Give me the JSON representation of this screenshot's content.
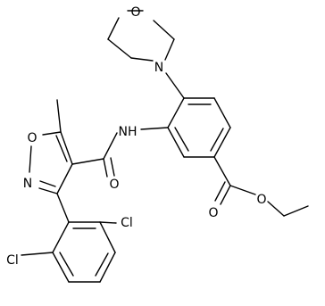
{
  "molecule": {
    "atom_labels": {
      "morpholine_oxygen": "O",
      "morpholine_nitrogen": "N",
      "amide_nh": "NH",
      "amide_oxygen": "O",
      "isoxazole_oxygen": "O",
      "isoxazole_nitrogen": "N",
      "ester_carbonyl_oxygen": "O",
      "ester_ether_oxygen": "O",
      "chlorine_upper": "Cl",
      "chlorine_lower": "Cl"
    },
    "colors": {
      "bond": "#000000",
      "label": "#000000",
      "background": "#ffffff"
    }
  }
}
